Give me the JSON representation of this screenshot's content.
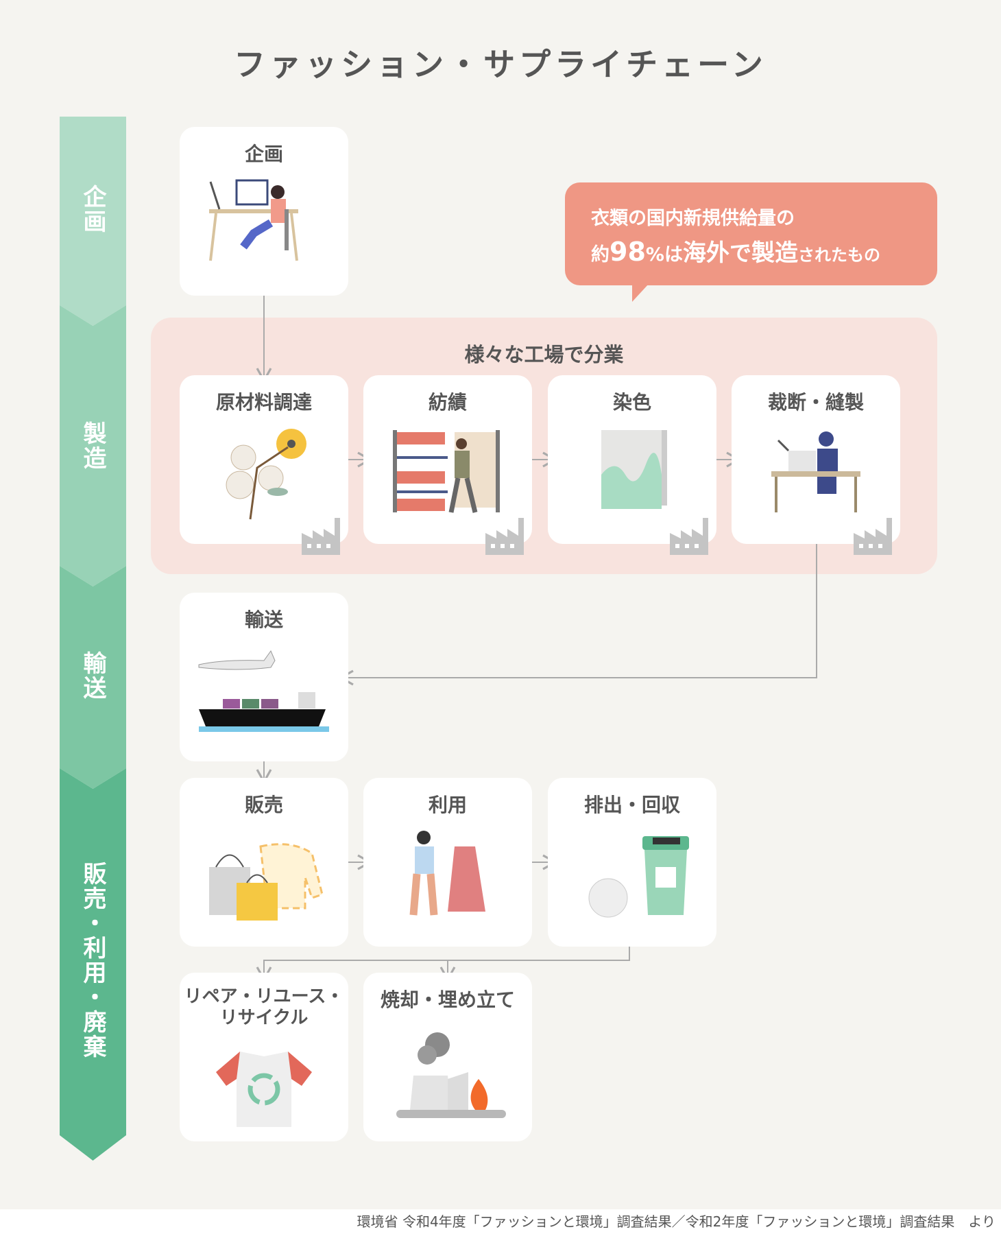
{
  "title": "ファッション・サプライチェーン",
  "sidebar": [
    "企画",
    "製造",
    "輸送",
    "販売・利用・廃棄"
  ],
  "callout": {
    "line1": "衣類の国内新規供給量の",
    "prefix": "約",
    "percent": "98",
    "unit": "%",
    "mid": "は",
    "emph1": "海外",
    "te": "で",
    "emph2": "製造",
    "suffix": "されたもの"
  },
  "factory_area": {
    "title": "様々な工場で分業"
  },
  "cards": {
    "planning": "企画",
    "raw": "原材料調達",
    "spinning": "紡績",
    "dyeing": "染色",
    "sewing": "裁断・縫製",
    "transport": "輸送",
    "sales": "販売",
    "use": "利用",
    "disposal": "排出・回収",
    "recycle1": "リペア・リユース・",
    "recycle2": "リサイクル",
    "incineration": "焼却・埋め立て"
  },
  "colors": {
    "seg1": "#b0dcc7",
    "seg2": "#98d2b6",
    "seg3": "#7dc6a3",
    "seg4": "#5cb78e",
    "callout": "#ef9784",
    "factory_bg": "#f8e3de"
  },
  "footer": "環境省 令和4年度「ファッションと環境」調査結果／令和2年度「ファッションと環境」調査結果　より"
}
